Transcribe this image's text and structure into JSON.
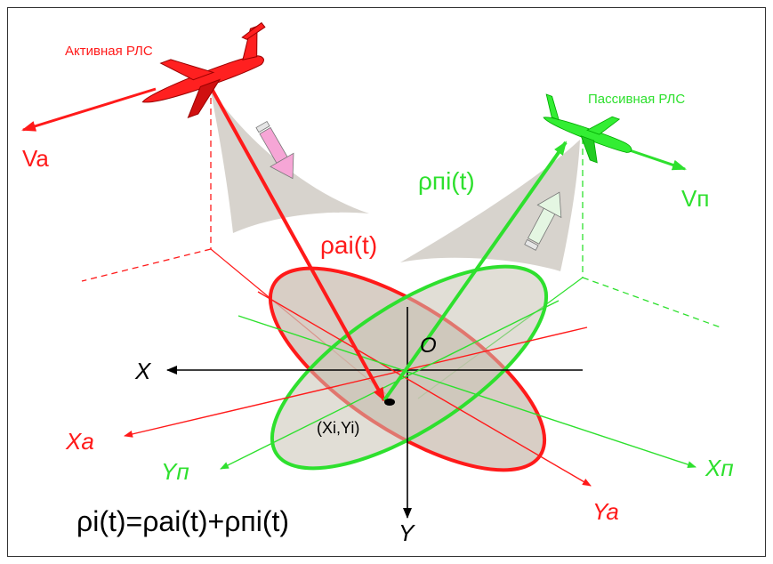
{
  "labels": {
    "active_radar": "Активная РЛС",
    "passive_radar": "Пассивная РЛС",
    "va": "Va",
    "vp": "Vп",
    "rho_a": "ρai(t)",
    "rho_p": "ρпi(t)",
    "axis_x": "X",
    "axis_y": "Y",
    "axis_xa": "Xa",
    "axis_ya": "Ya",
    "axis_xp": "Xп",
    "axis_yp": "Yп",
    "origin": "O",
    "point": "(Xi,Yi)",
    "formula": "ρi(t)=ρai(t)+ρпi(t)"
  },
  "colors": {
    "active": "#ff1a1a",
    "passive": "#2ee02e",
    "axes": "#000000",
    "cone": "#d0cbc5",
    "ellipse_fill": "#cdbfb3"
  },
  "icons": [
    "red-airplane-icon",
    "green-airplane-icon",
    "pink-arrow-icon",
    "light-green-arrow-icon"
  ]
}
